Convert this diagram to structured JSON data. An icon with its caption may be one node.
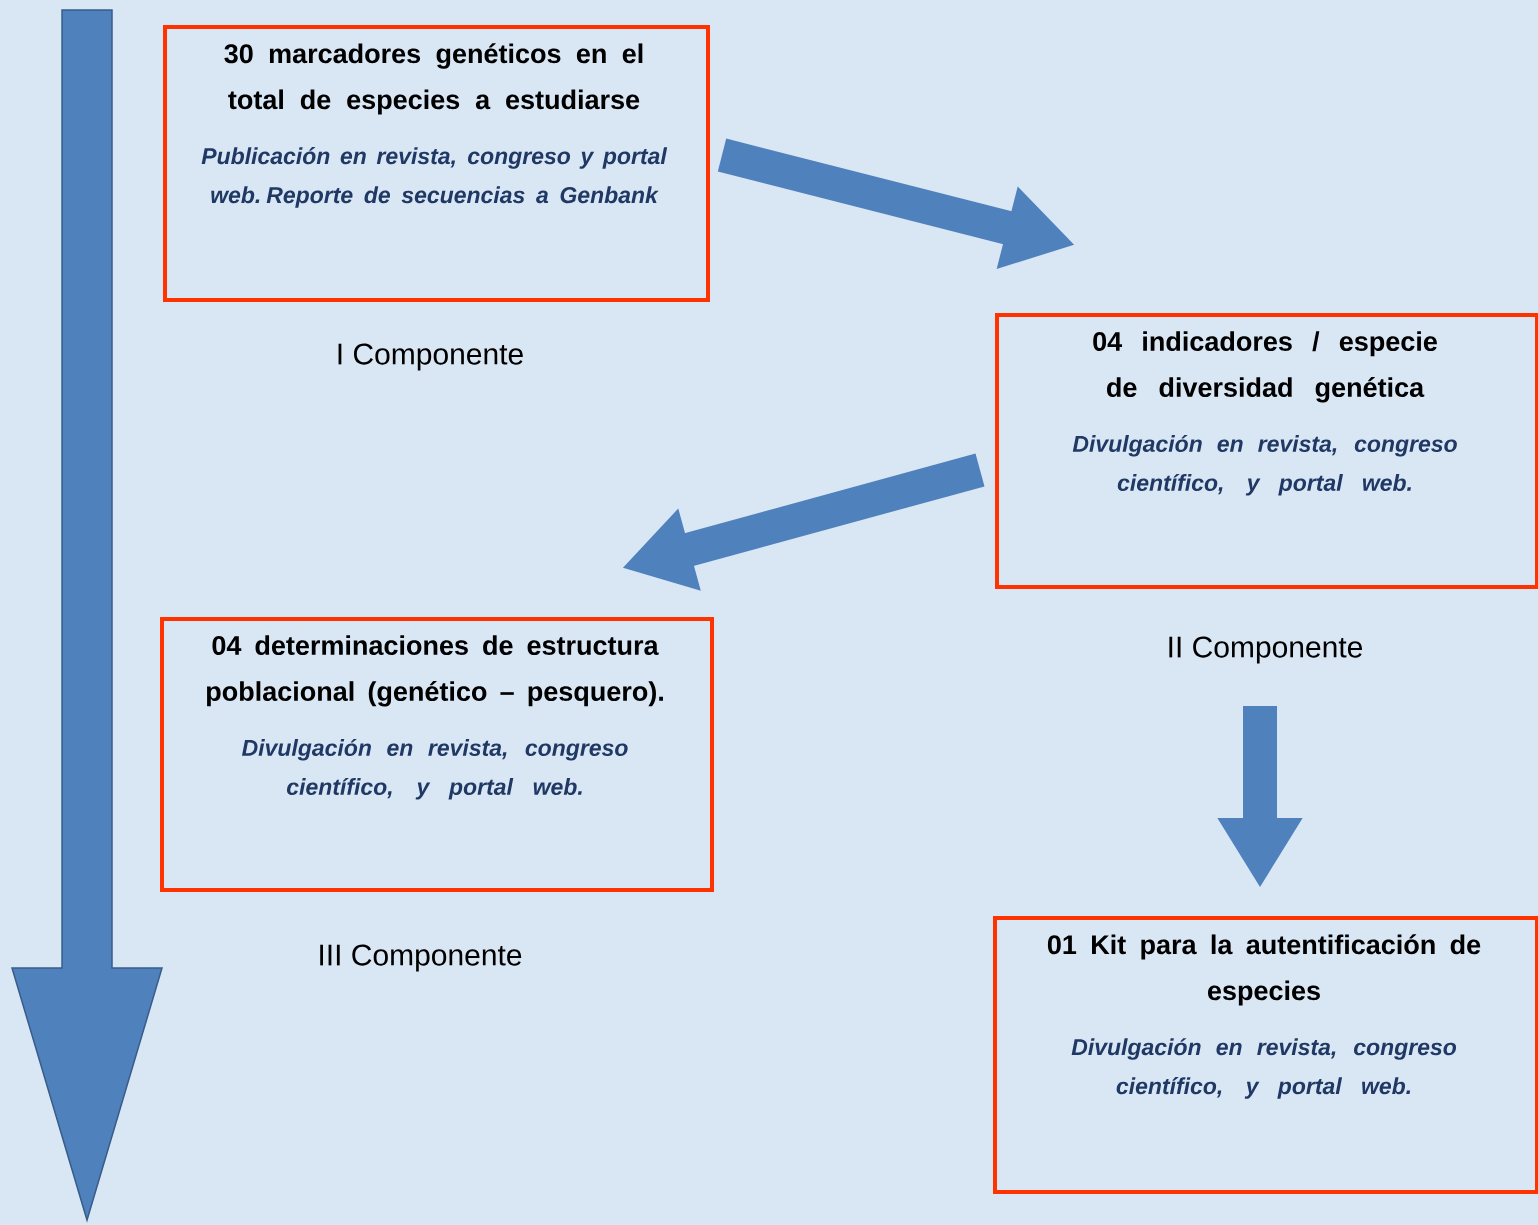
{
  "diagram": {
    "nodes": [
      {
        "text": [
          "30 marcadores genéticos en el total de especies a estudiarse",
          "Publicación en revista, congreso y portal web. Reporte de secuencias a Genbank"
        ],
        "beside": [
          "I Componente"
        ]
      },
      {
        "text": [
          "04 indicadores / especie de diversidad genética",
          "Divulgación en revista, congreso científico, y portal web."
        ],
        "beside": [
          "II Componente"
        ]
      },
      {
        "text": [
          "04 determinaciones de estructura poblacional (genético – pesquero).",
          "Divulgación en revista, congreso científico, y portal web."
        ],
        "beside": [
          "III Componente"
        ]
      },
      {
        "text": [
          "01 Kit para la autentificación de especies",
          "Divulgación en revista, congreso científico, y portal web."
        ]
      }
    ],
    "edges": [
      {
        "from": 0,
        "to": 1,
        "arrow": "to"
      },
      {
        "from": 1,
        "to": 2,
        "arrow": "to"
      },
      {
        "from": 1,
        "to": 3,
        "arrow": "to"
      }
    ]
  }
}
